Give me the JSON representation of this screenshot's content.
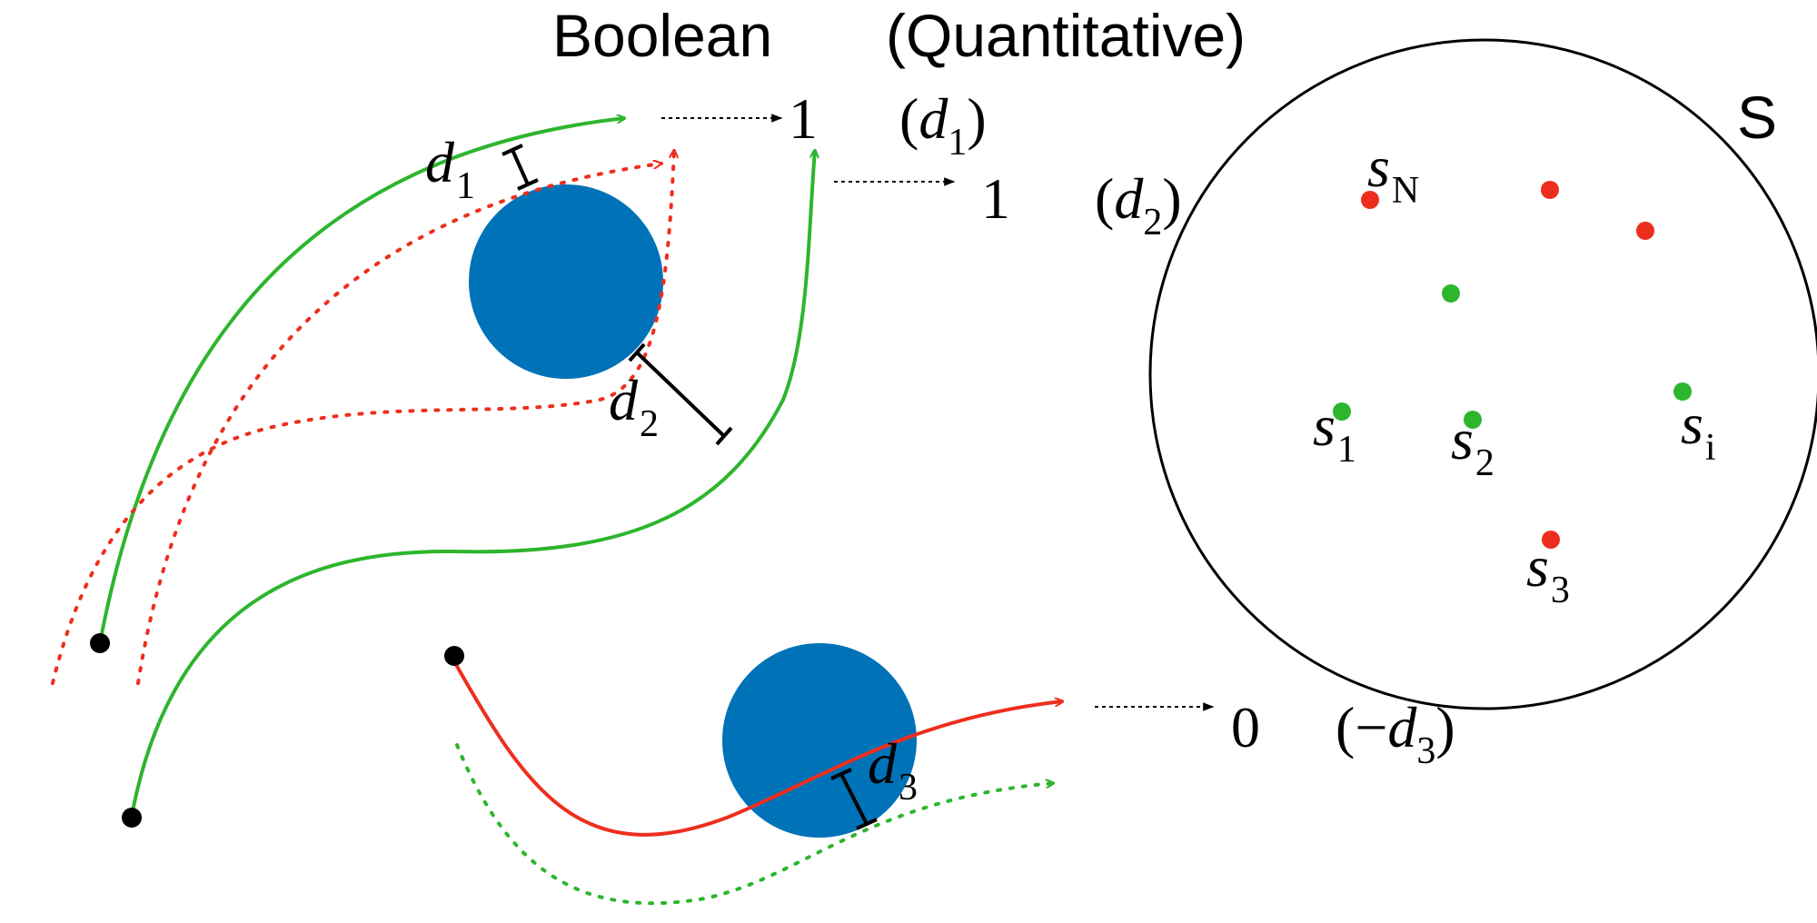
{
  "header": {
    "boolean_label": "Boolean",
    "quantitative_label": "(Quantitative)"
  },
  "outputs": {
    "out1": {
      "boolean": "1",
      "quant_open": "(",
      "quant_var": "d",
      "quant_sub": "1",
      "quant_close": ")"
    },
    "out2": {
      "boolean": "1",
      "quant_open": "(",
      "quant_var": "d",
      "quant_sub": "2",
      "quant_close": ")"
    },
    "out3": {
      "boolean": "0",
      "quant_open": "(−",
      "quant_var": "d",
      "quant_sub": "3",
      "quant_close": ")"
    }
  },
  "distances": {
    "d1": {
      "var": "d",
      "sub": "1"
    },
    "d2": {
      "var": "d",
      "sub": "2"
    },
    "d3": {
      "var": "d",
      "sub": "3"
    }
  },
  "sample_space": {
    "label": "S",
    "points": {
      "sN": {
        "var": "s",
        "sub": "N",
        "status": "fail"
      },
      "s1": {
        "var": "s",
        "sub": "1",
        "status": "pass"
      },
      "s2": {
        "var": "s",
        "sub": "2",
        "status": "pass"
      },
      "s3": {
        "var": "s",
        "sub": "3",
        "status": "fail"
      },
      "si": {
        "var": "s",
        "sub": "i",
        "status": "pass"
      }
    }
  },
  "colors": {
    "pass": "#2db52d",
    "fail": "#ee2e1d",
    "obstacle": "#0072b8",
    "ink": "#000000"
  }
}
